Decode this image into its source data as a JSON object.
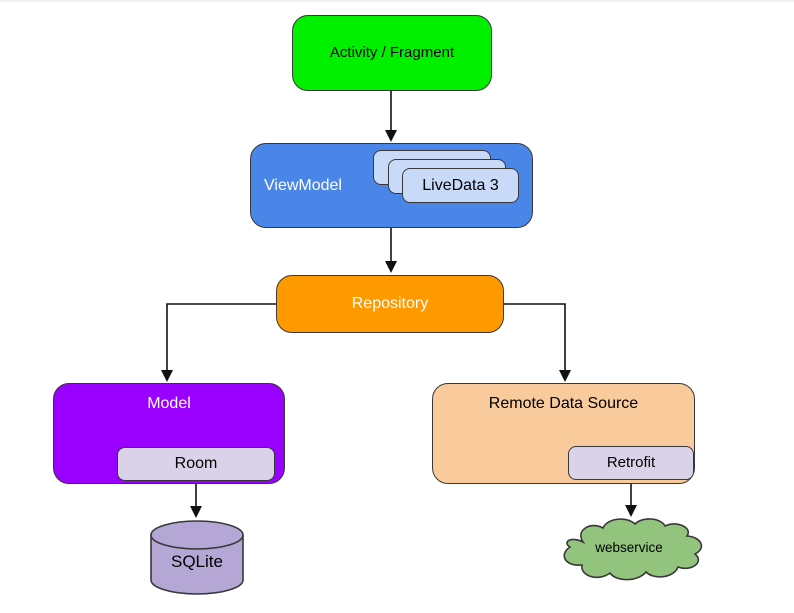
{
  "diagram": {
    "nodes": {
      "activity": {
        "label": "Activity / Fragment",
        "fill": "#00f000",
        "text_color": "#000000"
      },
      "viewmodel": {
        "label": "ViewModel",
        "fill": "#4a86e8",
        "text_color": "#ffffff"
      },
      "livedata": {
        "label": "LiveData 3",
        "fill": "#c9daf8",
        "text_color": "#000000"
      },
      "repository": {
        "label": "Repository",
        "fill": "#ff9900",
        "text_color": "#ffffff"
      },
      "model": {
        "label": "Model",
        "fill": "#9900ff",
        "text_color": "#ffffff"
      },
      "room": {
        "label": "Room",
        "fill": "#d9d2e9",
        "text_color": "#000000"
      },
      "remote": {
        "label": "Remote Data Source",
        "fill": "#f9cb9c",
        "text_color": "#000000"
      },
      "retrofit": {
        "label": "Retrofit",
        "fill": "#d9d2e9",
        "text_color": "#000000"
      },
      "sqlite": {
        "label": "SQLite",
        "fill": "#b4a7d6",
        "text_color": "#000000"
      },
      "webservice": {
        "label": "webservice",
        "fill": "#93c47d",
        "text_color": "#000000"
      }
    },
    "edges": [
      {
        "from": "activity",
        "to": "viewmodel"
      },
      {
        "from": "viewmodel",
        "to": "repository"
      },
      {
        "from": "repository",
        "to": "model"
      },
      {
        "from": "repository",
        "to": "remote"
      },
      {
        "from": "room",
        "to": "sqlite"
      },
      {
        "from": "retrofit",
        "to": "webservice"
      }
    ],
    "style": {
      "border_color": "#383838",
      "arrow_color": "#111111",
      "background": "#ffffff"
    }
  }
}
